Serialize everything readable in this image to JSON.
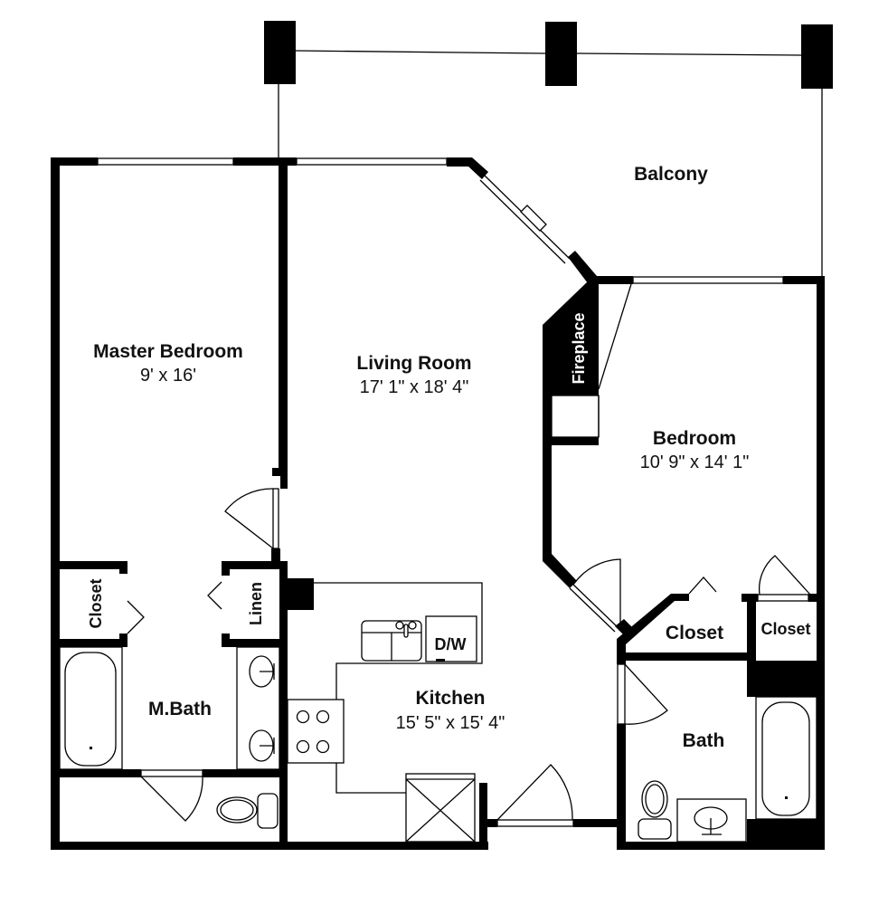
{
  "plan": {
    "type": "floor-plan",
    "colors": {
      "wall": "#000000",
      "background": "#ffffff",
      "text": "#111111"
    },
    "rooms": {
      "balcony": {
        "name": "Balcony"
      },
      "master_bedroom": {
        "name": "Master Bedroom",
        "dimensions": "9' x 16'"
      },
      "living_room": {
        "name": "Living Room",
        "dimensions": "17' 1\" x 18' 4\""
      },
      "bedroom": {
        "name": "Bedroom",
        "dimensions": "10' 9\" x 14' 1\""
      },
      "kitchen": {
        "name": "Kitchen",
        "dimensions": "15' 5\" x 15' 4\""
      },
      "master_bath": {
        "name": "M.Bath"
      },
      "bath": {
        "name": "Bath"
      },
      "master_closet": {
        "name": "Closet"
      },
      "linen": {
        "name": "Linen"
      },
      "bedroom_closet": {
        "name": "Closet"
      },
      "hall_closet": {
        "name": "Closet"
      }
    },
    "fixtures": {
      "fireplace": "Fireplace",
      "dishwasher": "D/W"
    }
  }
}
